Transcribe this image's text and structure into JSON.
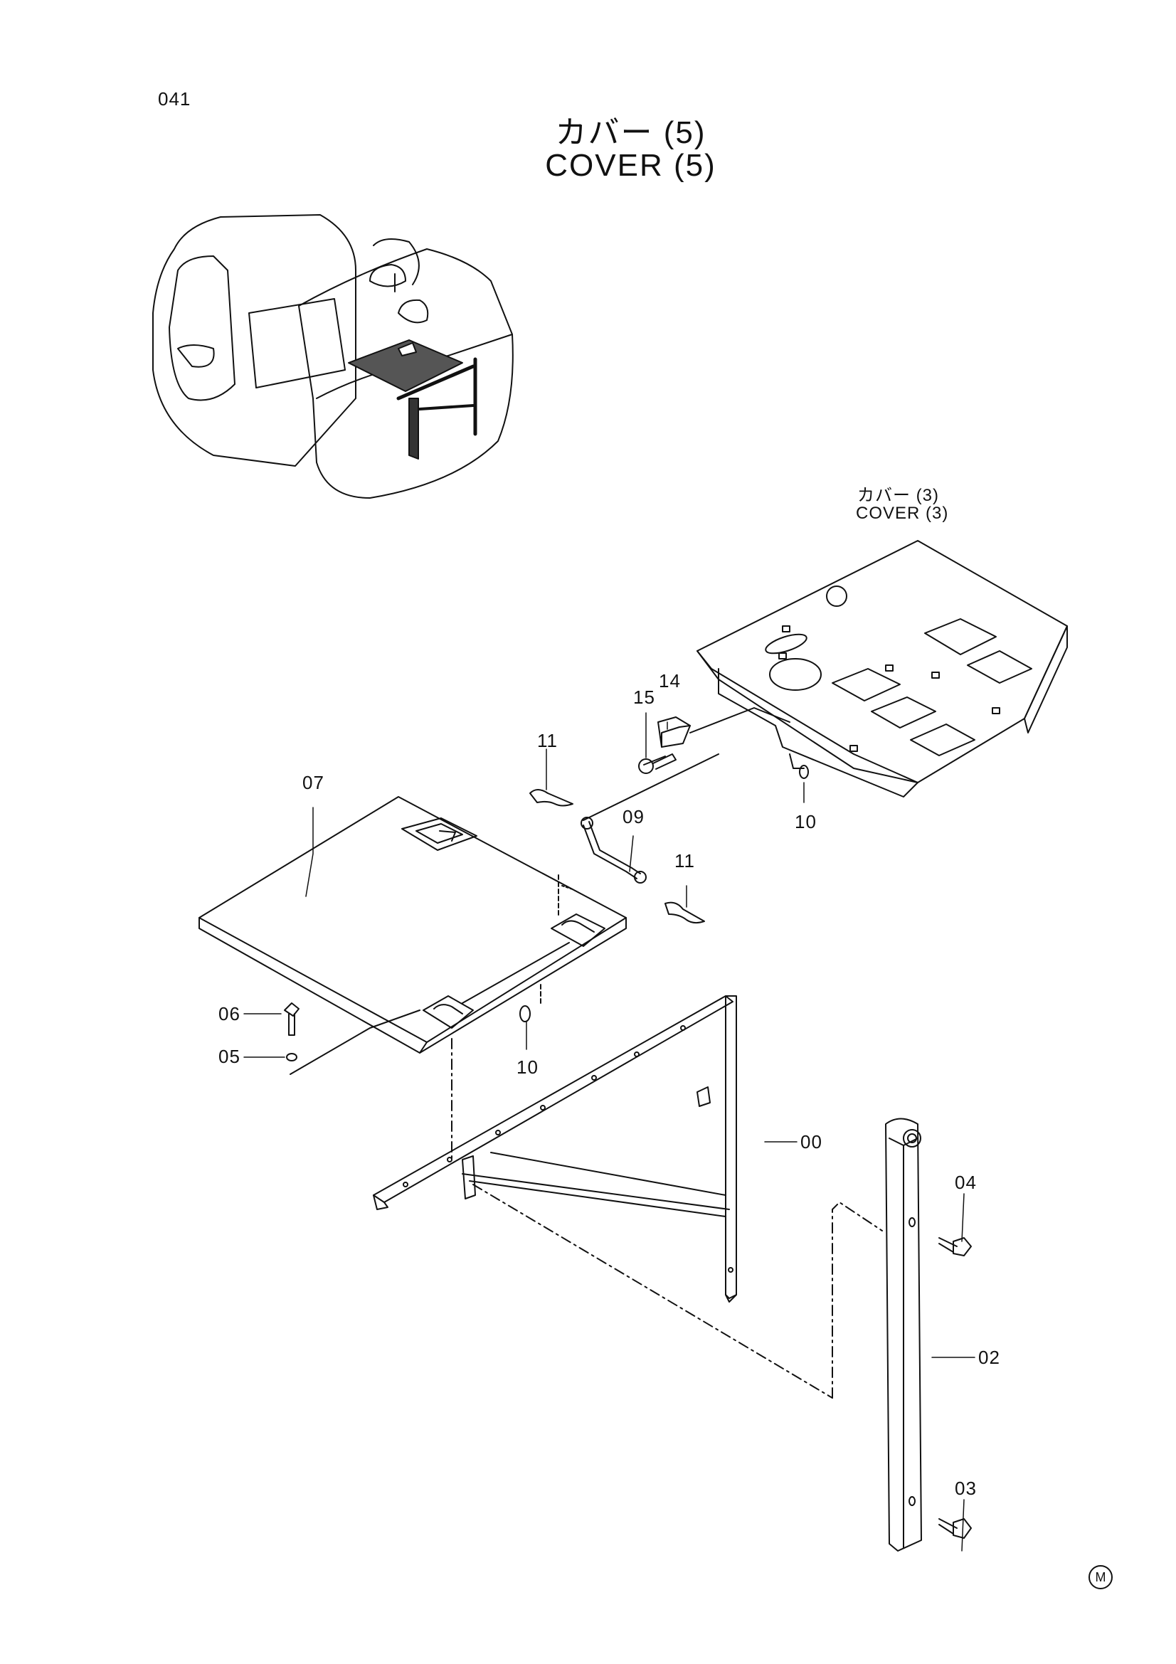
{
  "page": {
    "number": "041",
    "title_jp": "カバー (5)",
    "title_en": "COVER (5)",
    "mark": "M"
  },
  "reference": {
    "label_jp": "カバー (3)",
    "label_en": "COVER (3)"
  },
  "callouts": {
    "c00": "00",
    "c02": "02",
    "c03": "03",
    "c04": "04",
    "c05": "05",
    "c06": "06",
    "c07": "07",
    "c09": "09",
    "c10a": "10",
    "c10b": "10",
    "c11a": "11",
    "c11b": "11",
    "c14": "14",
    "c15": "15"
  }
}
